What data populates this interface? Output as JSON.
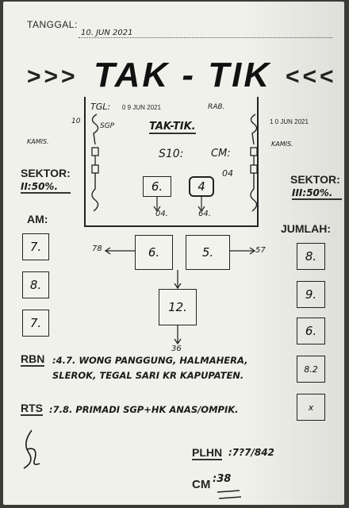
{
  "header": {
    "tanggal_label": "TANGGAL:",
    "tanggal_value": "10. JUN 2021",
    "title_left": ">>>",
    "title": "TAK - TIK",
    "title_right": "<<<"
  },
  "card": {
    "tgl_label": "TGL:",
    "tgl_value": "0 9 JUN 2021",
    "day_left": "RAB.",
    "date_right": "1 0 JUN 2021",
    "side_left": "KAMIS.",
    "side_right": "KAMIS.",
    "sgp": "SGP",
    "ten": "10",
    "taktik": "TAK-TIK.",
    "s10_label": "S10:",
    "cm_label": "CM:",
    "cm_value": "04",
    "box1": "6.",
    "box2": "4",
    "under1": "04.",
    "under2": "64."
  },
  "sektor_left": {
    "label": "SEKTOR:",
    "value": "II:50%."
  },
  "sektor_right": {
    "label": "SEKTOR:",
    "value": "III:50%."
  },
  "am": {
    "label": "AM:",
    "values": [
      "7.",
      "8.",
      "7."
    ]
  },
  "jumlah": {
    "label": "JUMLAH:",
    "values": [
      "8.",
      "9.",
      "6.",
      "8.2",
      "x"
    ]
  },
  "flow": {
    "left_num": "78",
    "box_a": "6.",
    "box_b": "5.",
    "right_num": "57",
    "box_c": "12.",
    "bottom_num": "36"
  },
  "rbn": {
    "label": "RBN",
    "text": ":4.7. WONG PANGGUNG, HALMAHERA, SLEROK, TEGAL SARI KR KAPUPATEN."
  },
  "rts": {
    "label": "RTS",
    "text": ":7.8. PRIMADI SGP+HK ANAS/OMPIK."
  },
  "plhn": {
    "label": "PLHN",
    "value": ":7?7/842"
  },
  "cm": {
    "label": "CM",
    "value": ":38"
  }
}
